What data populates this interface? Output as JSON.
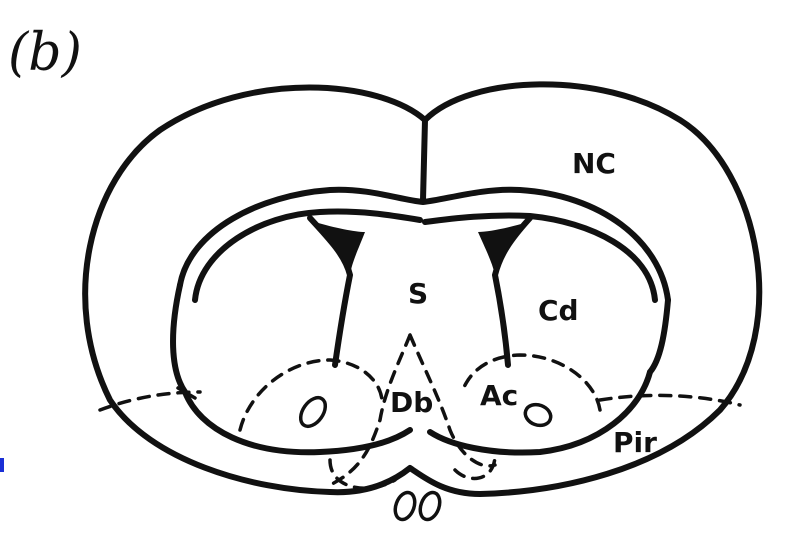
{
  "figure": {
    "panel_label": "(b)",
    "regions": {
      "nc": "NC",
      "s": "S",
      "cd": "Cd",
      "db": "Db",
      "ac": "Ac",
      "pir": "Pir"
    }
  }
}
